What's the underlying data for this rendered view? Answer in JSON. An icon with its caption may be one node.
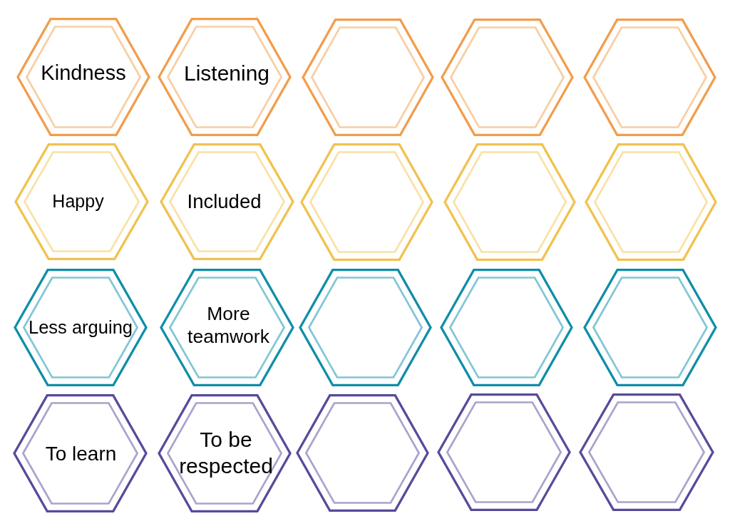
{
  "diagram": {
    "nodes": [
      {
        "text": [
          "Kindness"
        ]
      },
      {
        "text": [
          "Listening"
        ]
      },
      {
        "text": [],
        "shape": "hexagon"
      },
      {
        "text": [],
        "shape": "hexagon"
      },
      {
        "text": [],
        "shape": "hexagon"
      },
      {
        "text": [
          "Happy"
        ]
      },
      {
        "text": [
          "Included"
        ]
      },
      {
        "text": [],
        "shape": "hexagon"
      },
      {
        "text": [],
        "shape": "hexagon"
      },
      {
        "text": [],
        "shape": "hexagon"
      },
      {
        "text": [
          "Less arguing"
        ]
      },
      {
        "text": [
          "More teamwork"
        ]
      },
      {
        "text": [],
        "shape": "hexagon"
      },
      {
        "text": [],
        "shape": "hexagon"
      },
      {
        "text": [],
        "shape": "hexagon"
      },
      {
        "text": [
          "To learn"
        ]
      },
      {
        "text": [
          "To be respected"
        ]
      },
      {
        "text": [],
        "shape": "hexagon"
      },
      {
        "text": [],
        "shape": "hexagon"
      },
      {
        "text": [],
        "shape": "hexagon"
      }
    ]
  }
}
